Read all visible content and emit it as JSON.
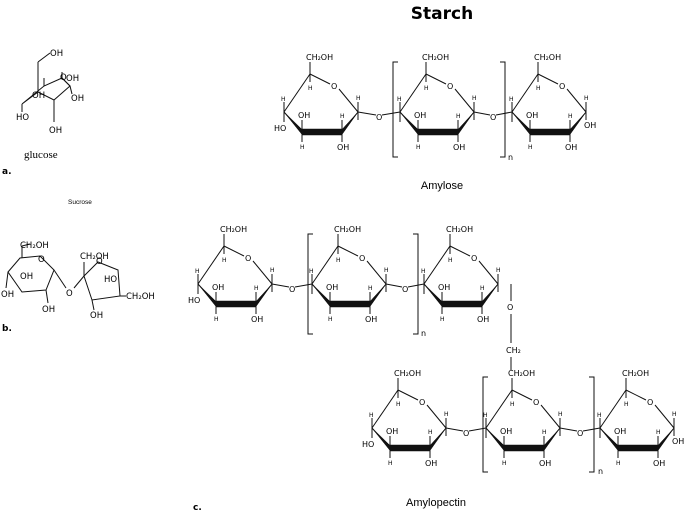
{
  "title": "Starch",
  "labels": {
    "a": "a.",
    "b": "b.",
    "c": "c.",
    "glucose": "glucose",
    "sucrose": "Sucrose",
    "amylose": "Amylose",
    "amylopectin": "Amylopectin"
  },
  "atoms": {
    "ch2oh": "CH₂OH",
    "oh": "OH",
    "ho": "HO",
    "h": "H",
    "o": "O",
    "n": "n",
    "ch2": "CH₂"
  }
}
